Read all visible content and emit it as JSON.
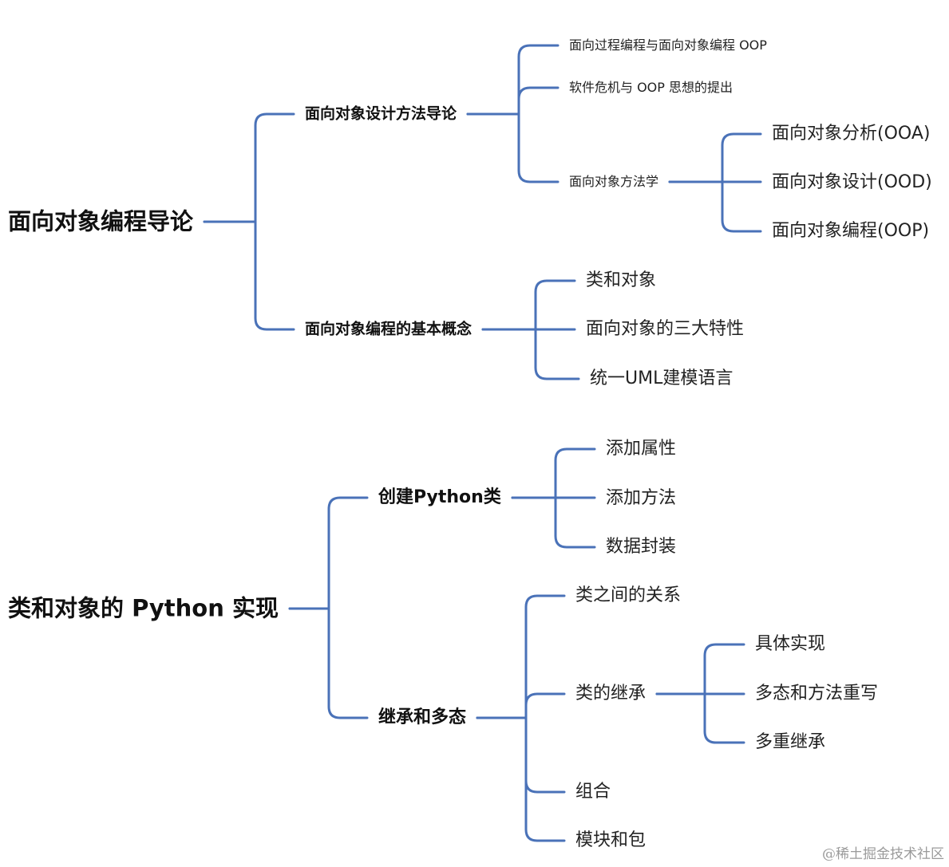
{
  "line_color": "#4a72b8",
  "watermark": "@稀土掘金技术社区",
  "tree": [
    {
      "id": "r1",
      "label": "面向对象编程导论",
      "children": [
        {
          "id": "r1a",
          "label": "面向对象设计方法导论",
          "children": [
            {
              "id": "r1a1",
              "label": "面向过程编程与面向对象编程 OOP"
            },
            {
              "id": "r1a2",
              "label": "软件危机与 OOP 思想的提出"
            },
            {
              "id": "r1a3",
              "label": "面向对象方法学",
              "children": [
                {
                  "id": "r1a3a",
                  "label": "面向对象分析(OOA)"
                },
                {
                  "id": "r1a3b",
                  "label": "面向对象设计(OOD)"
                },
                {
                  "id": "r1a3c",
                  "label": "面向对象编程(OOP)"
                }
              ]
            }
          ]
        },
        {
          "id": "r1b",
          "label": "面向对象编程的基本概念",
          "children": [
            {
              "id": "r1b1",
              "label": "类和对象"
            },
            {
              "id": "r1b2",
              "label": "面向对象的三大特性"
            },
            {
              "id": "r1b3",
              "label": "统一UML建模语言"
            }
          ]
        }
      ]
    },
    {
      "id": "r2",
      "label": "类和对象的 Python 实现",
      "children": [
        {
          "id": "r2a",
          "label": "创建Python类",
          "children": [
            {
              "id": "r2a1",
              "label": "添加属性"
            },
            {
              "id": "r2a2",
              "label": "添加方法"
            },
            {
              "id": "r2a3",
              "label": "数据封装"
            }
          ]
        },
        {
          "id": "r2b",
          "label": "继承和多态",
          "children": [
            {
              "id": "r2b1",
              "label": "类之间的关系"
            },
            {
              "id": "r2b2",
              "label": "类的继承",
              "children": [
                {
                  "id": "r2b2a",
                  "label": "具体实现"
                },
                {
                  "id": "r2b2b",
                  "label": "多态和方法重写"
                },
                {
                  "id": "r2b2c",
                  "label": "多重继承"
                }
              ]
            },
            {
              "id": "r2b3",
              "label": "组合"
            },
            {
              "id": "r2b4",
              "label": "模块和包"
            }
          ]
        }
      ]
    }
  ]
}
